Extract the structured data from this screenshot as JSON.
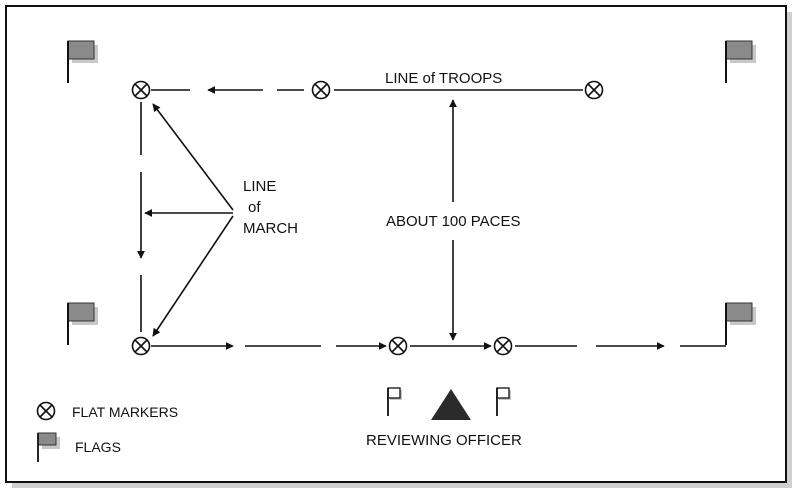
{
  "labels": {
    "line_of_troops": "LINE of TROOPS",
    "line_of_march_1": "LINE",
    "line_of_march_2": "of",
    "line_of_march_3": "MARCH",
    "distance": "ABOUT 100 PACES",
    "reviewing_officer": "REVIEWING OFFICER"
  },
  "legend": {
    "markers": "FLAT MARKERS",
    "flags": "FLAGS"
  },
  "colors": {
    "line": "#111111",
    "flag_fill": "#8a8a8a",
    "flag_shadow": "#c8c8c8",
    "officer": "#2b2b2b",
    "border": "#111111"
  }
}
